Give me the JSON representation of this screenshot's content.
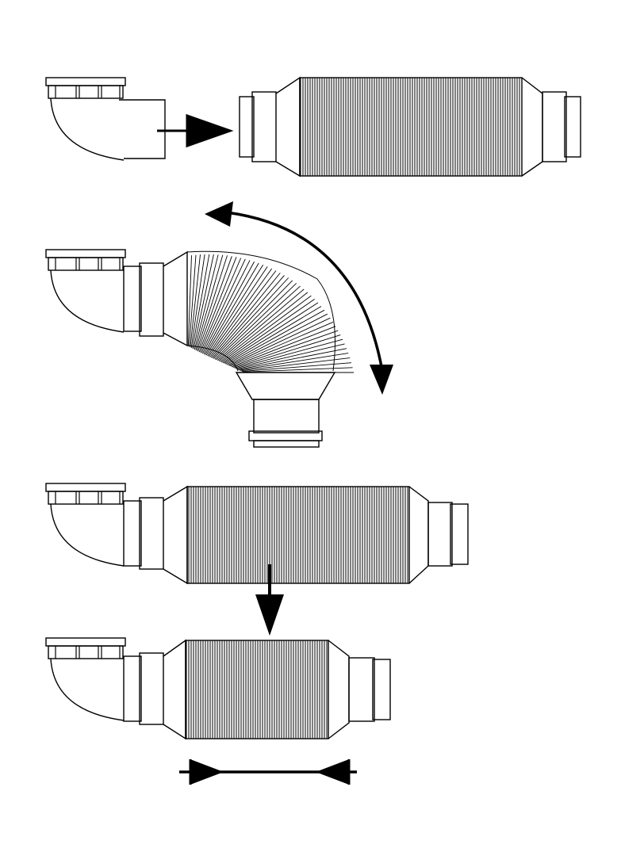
{
  "diagram": {
    "steps": [
      {
        "id": "step-1",
        "action": "connect-elbow-to-flexible-hose",
        "arrow": "right-arrow-icon"
      },
      {
        "id": "step-2",
        "action": "bend-flexible-hose",
        "arrow": "curved-double-arrow-icon"
      },
      {
        "id": "step-3",
        "action": "press-hose-down",
        "arrow": "down-arrow-icon"
      },
      {
        "id": "step-4",
        "action": "compress-hose-length",
        "arrow": "compress-arrows-icon"
      }
    ],
    "colors": {
      "line": "#000000",
      "background": "#ffffff"
    }
  }
}
